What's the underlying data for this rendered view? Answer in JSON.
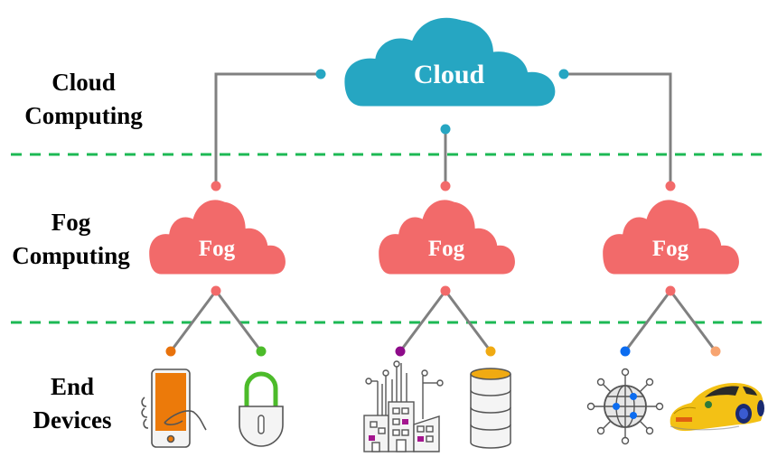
{
  "layers": [
    {
      "line1": "Cloud",
      "line2": "Computing"
    },
    {
      "line1": "Fog",
      "line2": "Computing"
    },
    {
      "line1": "End",
      "line2": "Devices"
    }
  ],
  "cloud": {
    "label": "Cloud"
  },
  "fog_nodes": [
    {
      "label": "Fog"
    },
    {
      "label": "Fog"
    },
    {
      "label": "Fog"
    }
  ],
  "end_devices": [
    {
      "name": "smartphone",
      "connector_color": "#e8720c"
    },
    {
      "name": "padlock",
      "connector_color": "#4cbb2a"
    },
    {
      "name": "smart-city",
      "connector_color": "#8e0b8a"
    },
    {
      "name": "database",
      "connector_color": "#f0aa12"
    },
    {
      "name": "network-globe",
      "connector_color": "#0b6cf0"
    },
    {
      "name": "sports-car",
      "connector_color": "#f7a470"
    }
  ],
  "colors": {
    "cloud": "#26a6c2",
    "fog": "#f26a6a",
    "separator": "#1db954",
    "connector_line": "#808080"
  }
}
